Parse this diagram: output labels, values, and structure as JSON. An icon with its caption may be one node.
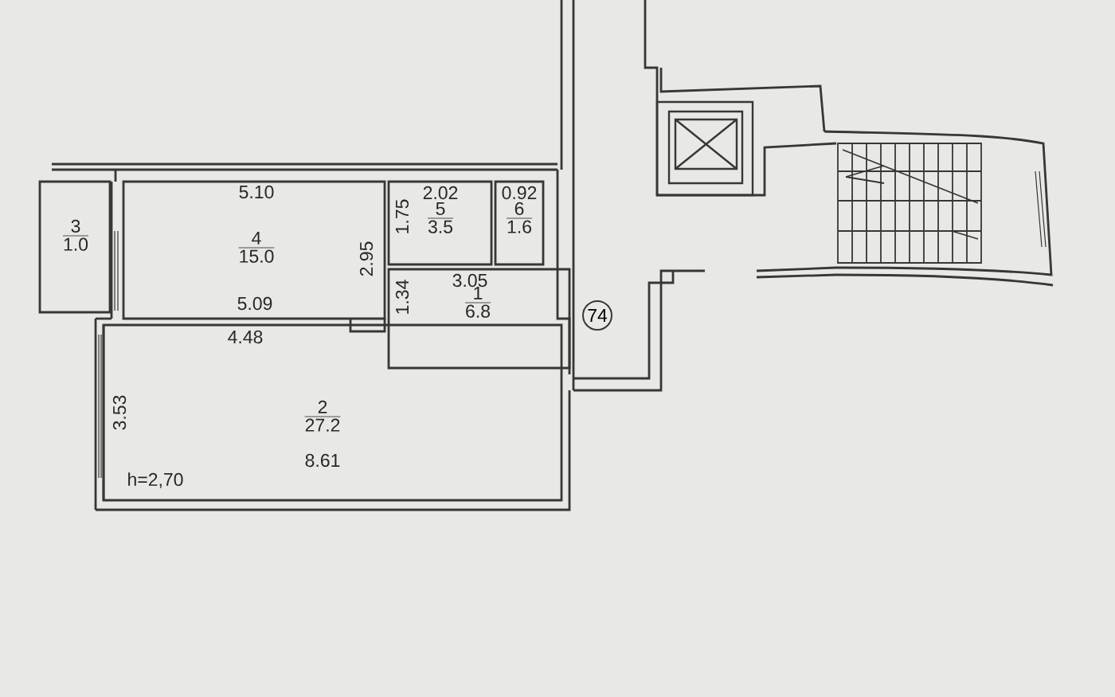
{
  "diagram": {
    "nodes": [
      {
        "text": [
          "3",
          "1.0"
        ]
      },
      {
        "text": [
          "4",
          "15.0"
        ]
      },
      {
        "text": [
          "5",
          "3.5"
        ]
      },
      {
        "text": [
          "6",
          "1.6"
        ]
      },
      {
        "text": [
          "1",
          "6.8"
        ]
      },
      {
        "text": [
          "2",
          "27.2"
        ]
      },
      {
        "text": [
          "74"
        ]
      }
    ],
    "labels": [
      "5.10",
      "2.02",
      "0.92",
      "1.75",
      "2.95",
      "3.05",
      "1.34",
      "5.09",
      "4.48",
      "3.53",
      "8.61",
      "h=2,70"
    ]
  }
}
